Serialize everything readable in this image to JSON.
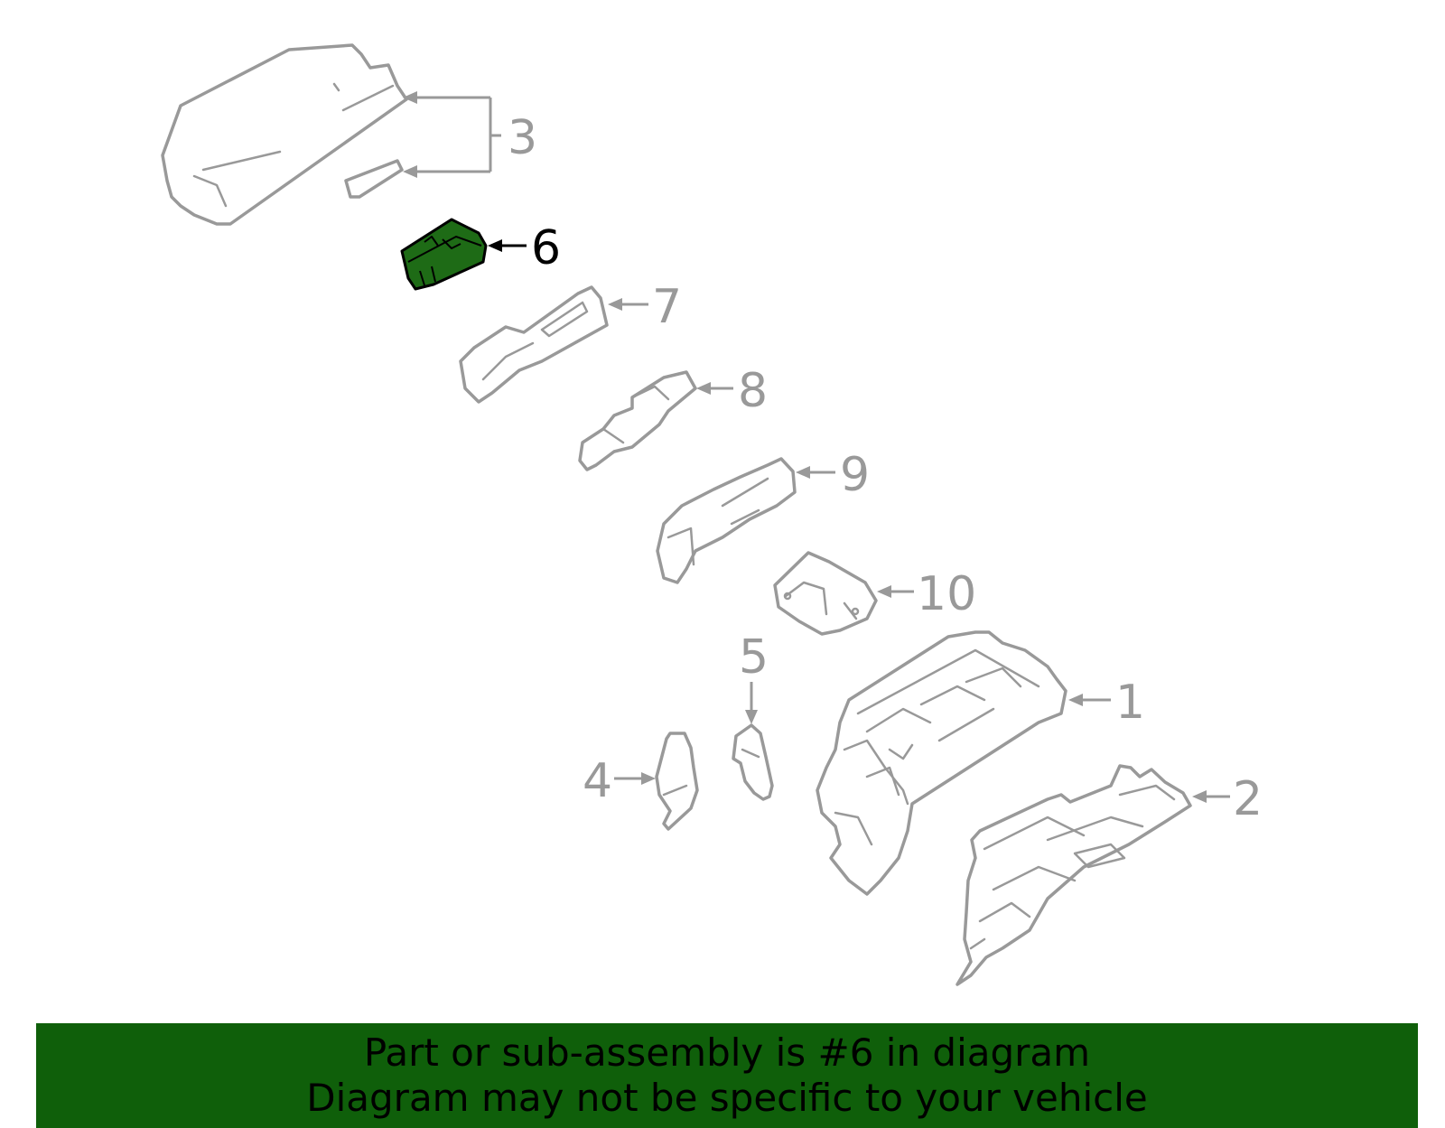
{
  "diagram": {
    "highlight_color": "#1e6b16",
    "line_color": "#999999",
    "callouts": [
      {
        "id": "1",
        "label": "1"
      },
      {
        "id": "2",
        "label": "2"
      },
      {
        "id": "3",
        "label": "3"
      },
      {
        "id": "4",
        "label": "4"
      },
      {
        "id": "5",
        "label": "5"
      },
      {
        "id": "6",
        "label": "6",
        "highlighted": true
      },
      {
        "id": "7",
        "label": "7"
      },
      {
        "id": "8",
        "label": "8"
      },
      {
        "id": "9",
        "label": "9"
      },
      {
        "id": "10",
        "label": "10"
      }
    ]
  },
  "banner": {
    "background": "#0f5f0a",
    "line1": "Part or sub-assembly is #6 in diagram",
    "line2": "Diagram may not be specific to your vehicle"
  }
}
